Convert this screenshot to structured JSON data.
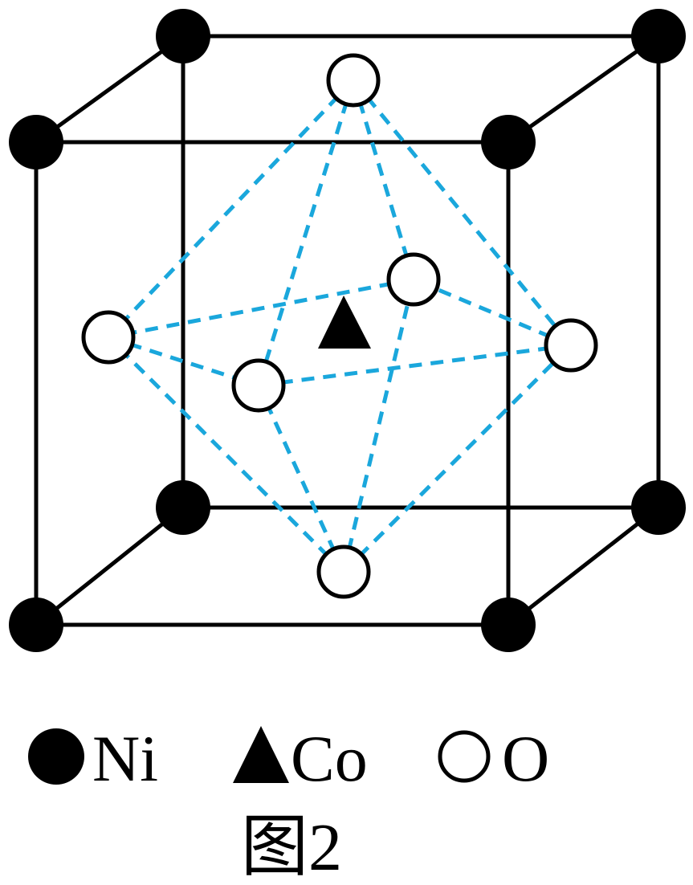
{
  "diagram": {
    "species": [
      {
        "symbol": "Ni",
        "marker": "filled-circle",
        "color": "#000000"
      },
      {
        "symbol": "Co",
        "marker": "filled-triangle",
        "color": "#000000"
      },
      {
        "symbol": "O",
        "marker": "open-circle",
        "color": "#ffffff"
      }
    ],
    "bond_color": "#1aa7dc",
    "caption": "图2"
  }
}
